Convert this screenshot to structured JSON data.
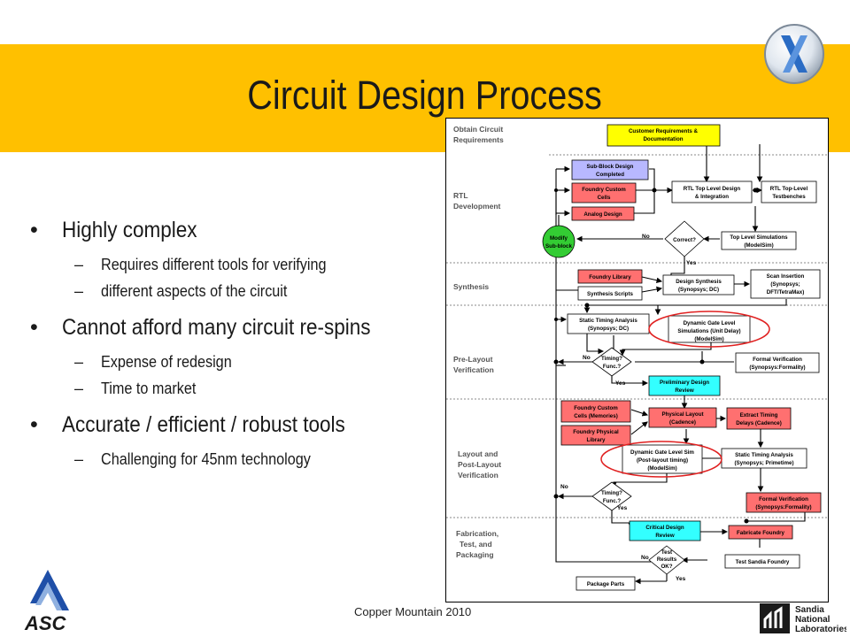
{
  "slide": {
    "title": "Circuit Design Process",
    "footer": "Copper Mountain 2010",
    "logos": {
      "left": "ASC",
      "right_line1": "Sandia",
      "right_line2": "National",
      "right_line3": "Laboratories"
    }
  },
  "bullets": [
    {
      "text": "Highly complex",
      "subs": [
        "Requires different tools for verifying",
        "different aspects of the circuit"
      ]
    },
    {
      "text": "Cannot afford many circuit re-spins",
      "subs": [
        "Expense of redesign",
        "Time to market"
      ]
    },
    {
      "text": "Accurate / efficient / robust tools",
      "subs": [
        "Challenging for 45nm technology"
      ]
    }
  ],
  "diagram": {
    "lanes": {
      "obtain": [
        "Obtain Circuit",
        "Requirements"
      ],
      "rtl": [
        "RTL",
        "Development"
      ],
      "synthesis": [
        "Synthesis"
      ],
      "prelayout": [
        "Pre-Layout",
        "Verification"
      ],
      "layout": [
        "Layout and",
        "Post-Layout",
        "Verification"
      ],
      "fab": [
        "Fabrication,",
        "Test, and",
        "Packaging"
      ]
    },
    "boxes": {
      "customer": [
        "Customer Requirements &",
        "Documentation"
      ],
      "subblock": [
        "Sub-Block Design",
        "Completed"
      ],
      "foundry_custom": [
        "Foundry Custom",
        "Cells"
      ],
      "analog": [
        "Analog Design"
      ],
      "rtl_top": [
        "RTL Top Level Design",
        "& Integration"
      ],
      "rtl_tb": [
        "RTL Top-Level",
        "Testbenches"
      ],
      "modify": [
        "Modify",
        "Sub-block"
      ],
      "correct": "Correct?",
      "top_sim": [
        "Top Level Simulations",
        "(ModelSim)"
      ],
      "foundry_lib": [
        "Foundry Library"
      ],
      "synth_scripts": [
        "Synthesis Scripts"
      ],
      "design_synth": [
        "Design Synthesis",
        "(Synopsys; DC)"
      ],
      "scan": [
        "Scan Insertion",
        "(Synopsys;",
        "DFT/TetraMax)"
      ],
      "sta": [
        "Static Timing Analysis",
        "(Synopsys; DC)"
      ],
      "dyn_unit": [
        "Dynamic Gate Level",
        "Simulations (Unit Delay)",
        "(ModelSim)"
      ],
      "timing1": [
        "Timing?",
        "Func.?"
      ],
      "formal1": [
        "Formal Verification",
        "(Synopsys:Formality)"
      ],
      "prelim": [
        "Preliminary Design",
        "Review"
      ],
      "fc_mem": [
        "Foundry Custom",
        "Cells (Memories)"
      ],
      "fp_lib": [
        "Foundry Physical",
        "Library"
      ],
      "phys": [
        "Physical Layout",
        "(Cadence)"
      ],
      "extract": [
        "Extract Timing",
        "Delays (Cadence)"
      ],
      "dyn_post": [
        "Dynamic Gate Level Sim",
        "(Post-layout timing)",
        "(ModelSim)"
      ],
      "sta2": [
        "Static Timing Analysis",
        "(Synopsys; Primetime)"
      ],
      "timing2": [
        "Timing?",
        "Func.?"
      ],
      "formal2": [
        "Formal Verification",
        "(Synopsys:Formality)"
      ],
      "critical": [
        "Critical Design",
        "Review"
      ],
      "fab_foundry": [
        "Fabricate Foundry"
      ],
      "test_results": [
        "Test",
        "Results",
        "OK?"
      ],
      "test_sandia": [
        "Test Sandia Foundry"
      ],
      "package": [
        "Package Parts"
      ]
    },
    "labels": {
      "no": "No",
      "yes": "Yes"
    },
    "colors": {
      "yellow": "#ffff00",
      "blue": "#b8b8ff",
      "red": "#ff7070",
      "cyan": "#33ffff",
      "green": "#33cc33",
      "circle": "#e02020"
    }
  }
}
